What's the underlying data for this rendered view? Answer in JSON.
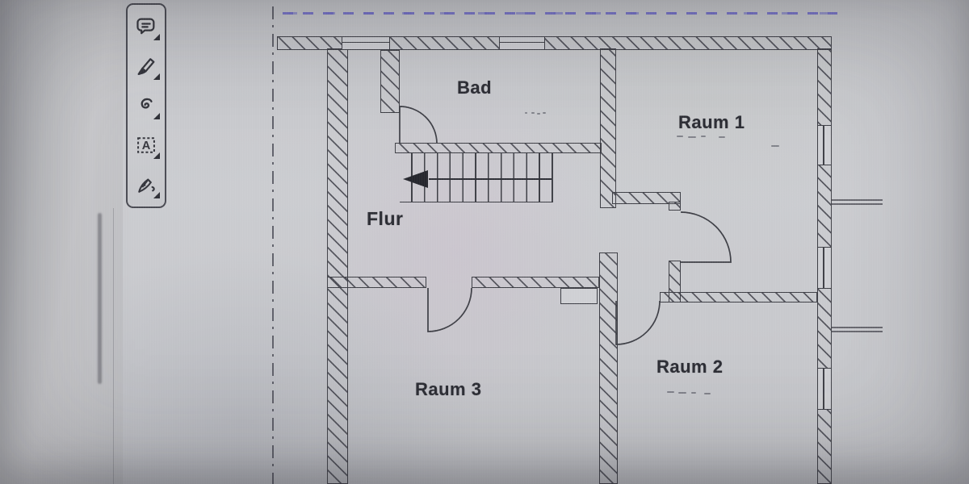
{
  "app": {
    "toolbar": {
      "tools": [
        {
          "icon": "note-icon"
        },
        {
          "icon": "highlighter-icon"
        },
        {
          "icon": "freehand-icon"
        },
        {
          "icon": "text-box-icon",
          "glyph": "A"
        },
        {
          "icon": "ink-pen-icon"
        }
      ]
    }
  },
  "plan": {
    "rooms": [
      {
        "label": "Bad"
      },
      {
        "label": "Raum 1"
      },
      {
        "label": "Flur"
      },
      {
        "label": "Raum 3"
      },
      {
        "label": "Raum 2"
      }
    ],
    "colors": {
      "line": "#3e3f46",
      "paper": "#cbccd0",
      "boundary_purple": "#706bc9",
      "boundary_gray": "#51525c",
      "toolbar_border": "#4a4b53"
    }
  }
}
